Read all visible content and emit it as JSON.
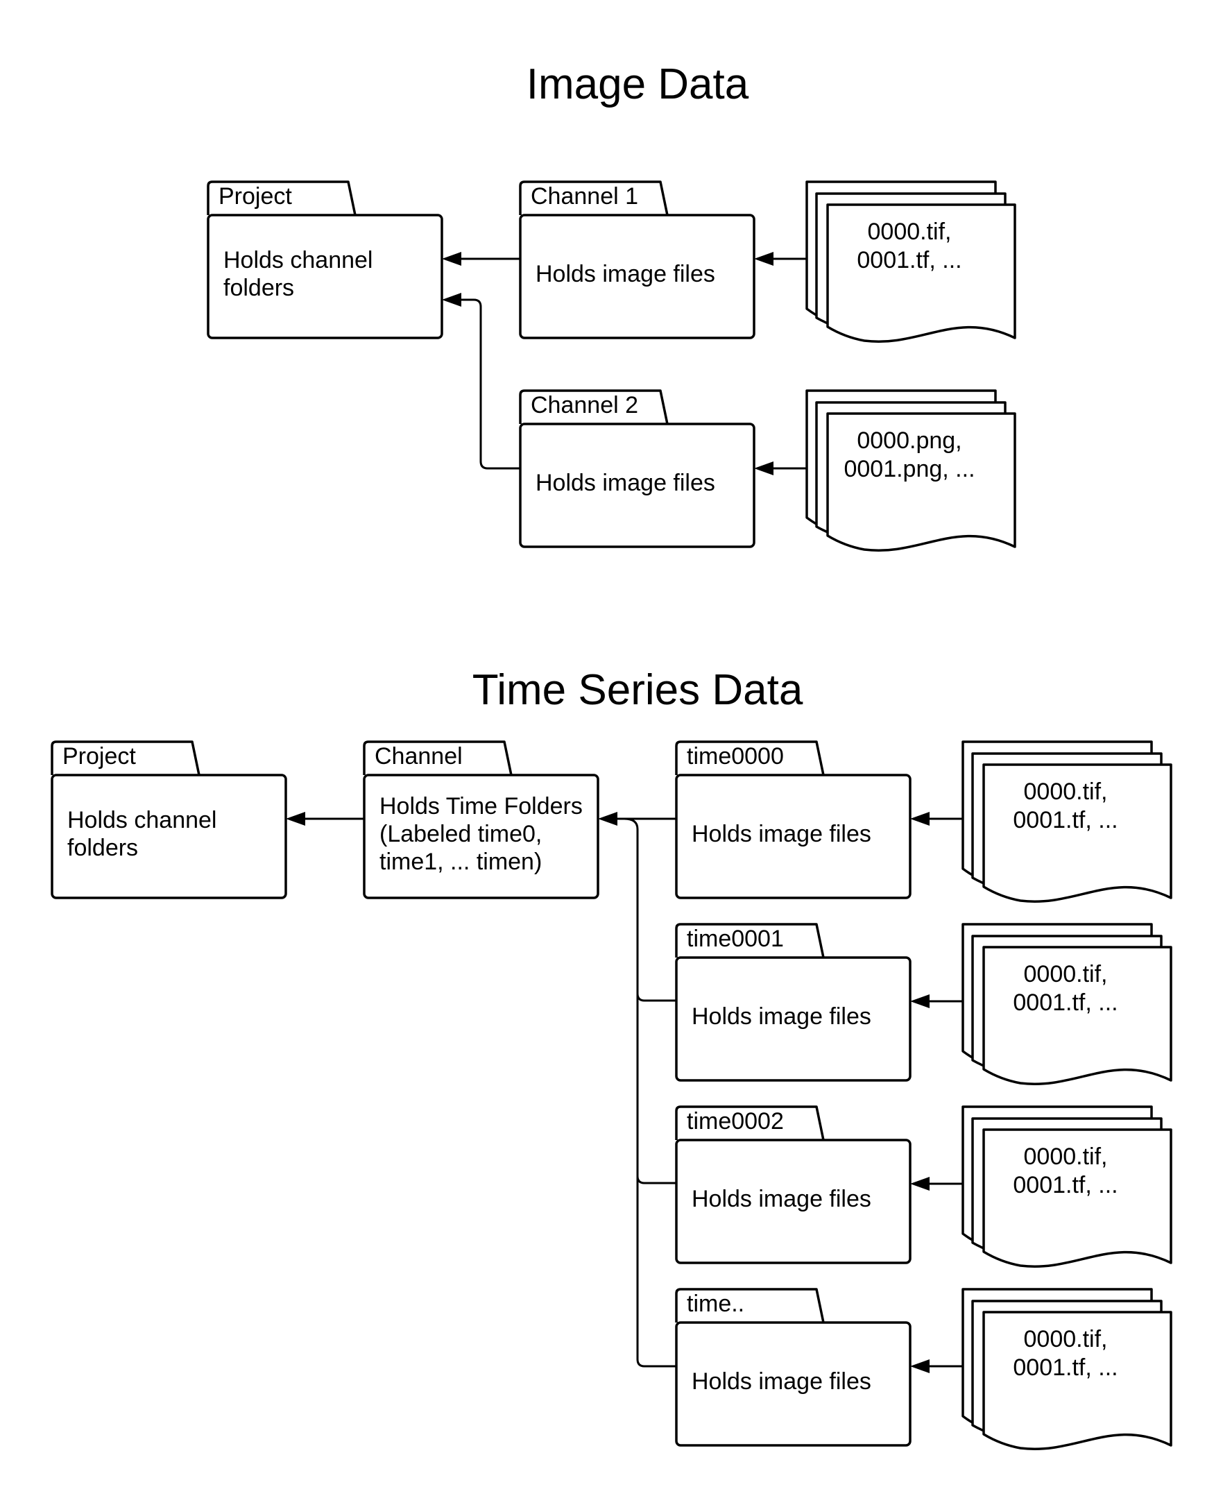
{
  "sections": {
    "image_data": {
      "title": "Image Data",
      "project": {
        "tab": "Project",
        "lines": [
          "Holds channel",
          "folders"
        ]
      },
      "channels": [
        {
          "tab": "Channel 1",
          "lines": [
            "Holds image files"
          ],
          "files": [
            "0000.tif,",
            "0001.tf, ..."
          ]
        },
        {
          "tab": "Channel 2",
          "lines": [
            "Holds image files"
          ],
          "files": [
            "0000.png,",
            "0001.png, ..."
          ]
        }
      ]
    },
    "time_series_data": {
      "title": "Time Series Data",
      "project": {
        "tab": "Project",
        "lines": [
          "Holds channel",
          "folders"
        ]
      },
      "channel": {
        "tab": "Channel",
        "lines": [
          "Holds Time Folders",
          "(Labeled time0,",
          "time1, ... timen)"
        ]
      },
      "times": [
        {
          "tab": "time0000",
          "lines": [
            "Holds image files"
          ],
          "files": [
            "0000.tif,",
            "0001.tf, ..."
          ]
        },
        {
          "tab": "time0001",
          "lines": [
            "Holds image files"
          ],
          "files": [
            "0000.tif,",
            "0001.tf, ..."
          ]
        },
        {
          "tab": "time0002",
          "lines": [
            "Holds image files"
          ],
          "files": [
            "0000.tif,",
            "0001.tf, ..."
          ]
        },
        {
          "tab": "time..",
          "lines": [
            "Holds image files"
          ],
          "files": [
            "0000.tif,",
            "0001.tf, ..."
          ]
        }
      ]
    }
  }
}
